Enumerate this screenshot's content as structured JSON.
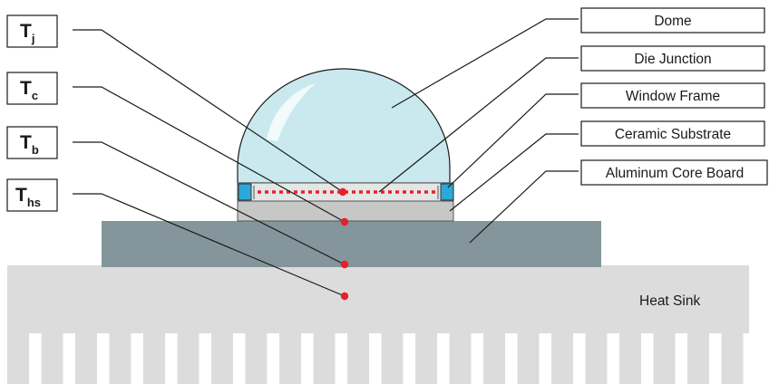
{
  "temperature_labels": [
    {
      "symbol": "T",
      "subscript": "j"
    },
    {
      "symbol": "T",
      "subscript": "c"
    },
    {
      "symbol": "T",
      "subscript": "b"
    },
    {
      "symbol": "T",
      "subscript": "hs"
    }
  ],
  "component_labels": [
    "Dome",
    "Die Junction",
    "Window Frame",
    "Ceramic Substrate",
    "Aluminum Core Board"
  ],
  "heat_sink_label": "Heat Sink",
  "colors": {
    "dome": "#c9e9ee",
    "window_frame": "#2ea7d9",
    "ceramic_substrate": "#c6c8c8",
    "aluminum_core_board": "#84969b",
    "heat_sink": "#dcdcdc",
    "measurement_point": "#e8202a"
  }
}
